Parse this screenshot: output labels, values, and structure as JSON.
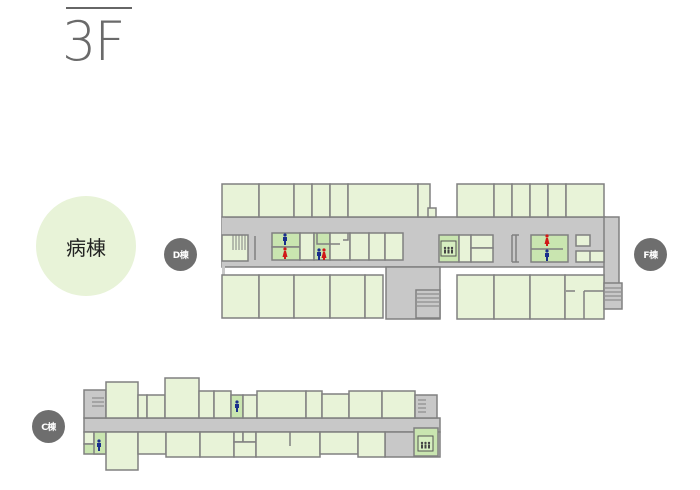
{
  "floor": {
    "label": "3F"
  },
  "section": {
    "label": "病棟"
  },
  "buildings": {
    "d": {
      "label": "D棟"
    },
    "f": {
      "label": "F棟"
    },
    "c": {
      "label": "C棟"
    }
  },
  "colors": {
    "room": "#e8f3d8",
    "room_highlight": "#c9e5b0",
    "corridor": "#c8c8c8",
    "wall": "#808080",
    "badge": "#6e6e6e",
    "male_icon": "#1a2f8c",
    "female_icon": "#d01818"
  },
  "map": {
    "icons": [
      "male-restroom-icon",
      "female-restroom-icon",
      "elevator-icon",
      "stairs-icon"
    ]
  }
}
